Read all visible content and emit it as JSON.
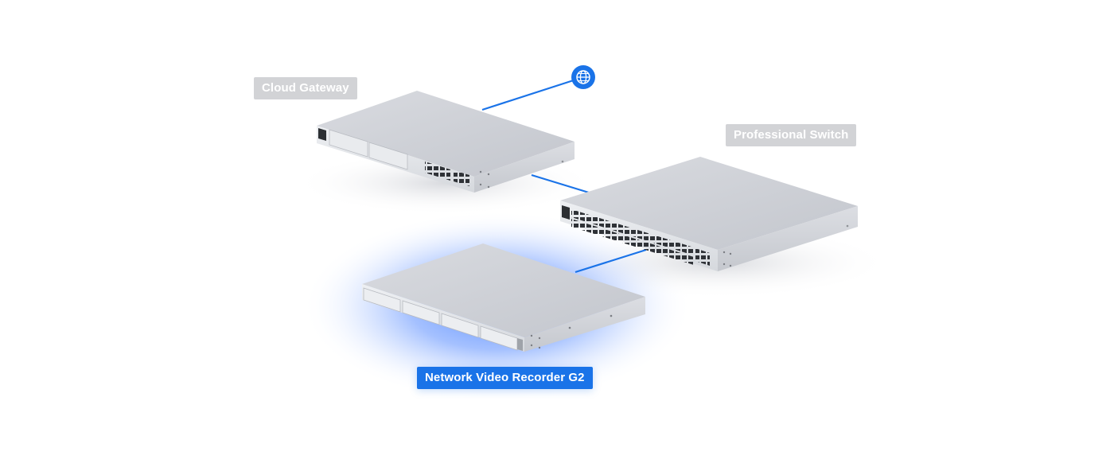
{
  "labels": {
    "gateway": "Cloud Gateway",
    "switch": "Professional Switch",
    "nvr": "Network Video Recorder G2"
  },
  "colors": {
    "link": "#1a73e8",
    "active_label": "#1a73e8",
    "muted_label": "#d2d3d6",
    "device_top": "#cfd2d8",
    "device_front": "#e4e6ea",
    "glow": "#3d7bff"
  },
  "icons": {
    "internet": "globe-icon"
  },
  "highlighted": "nvr"
}
